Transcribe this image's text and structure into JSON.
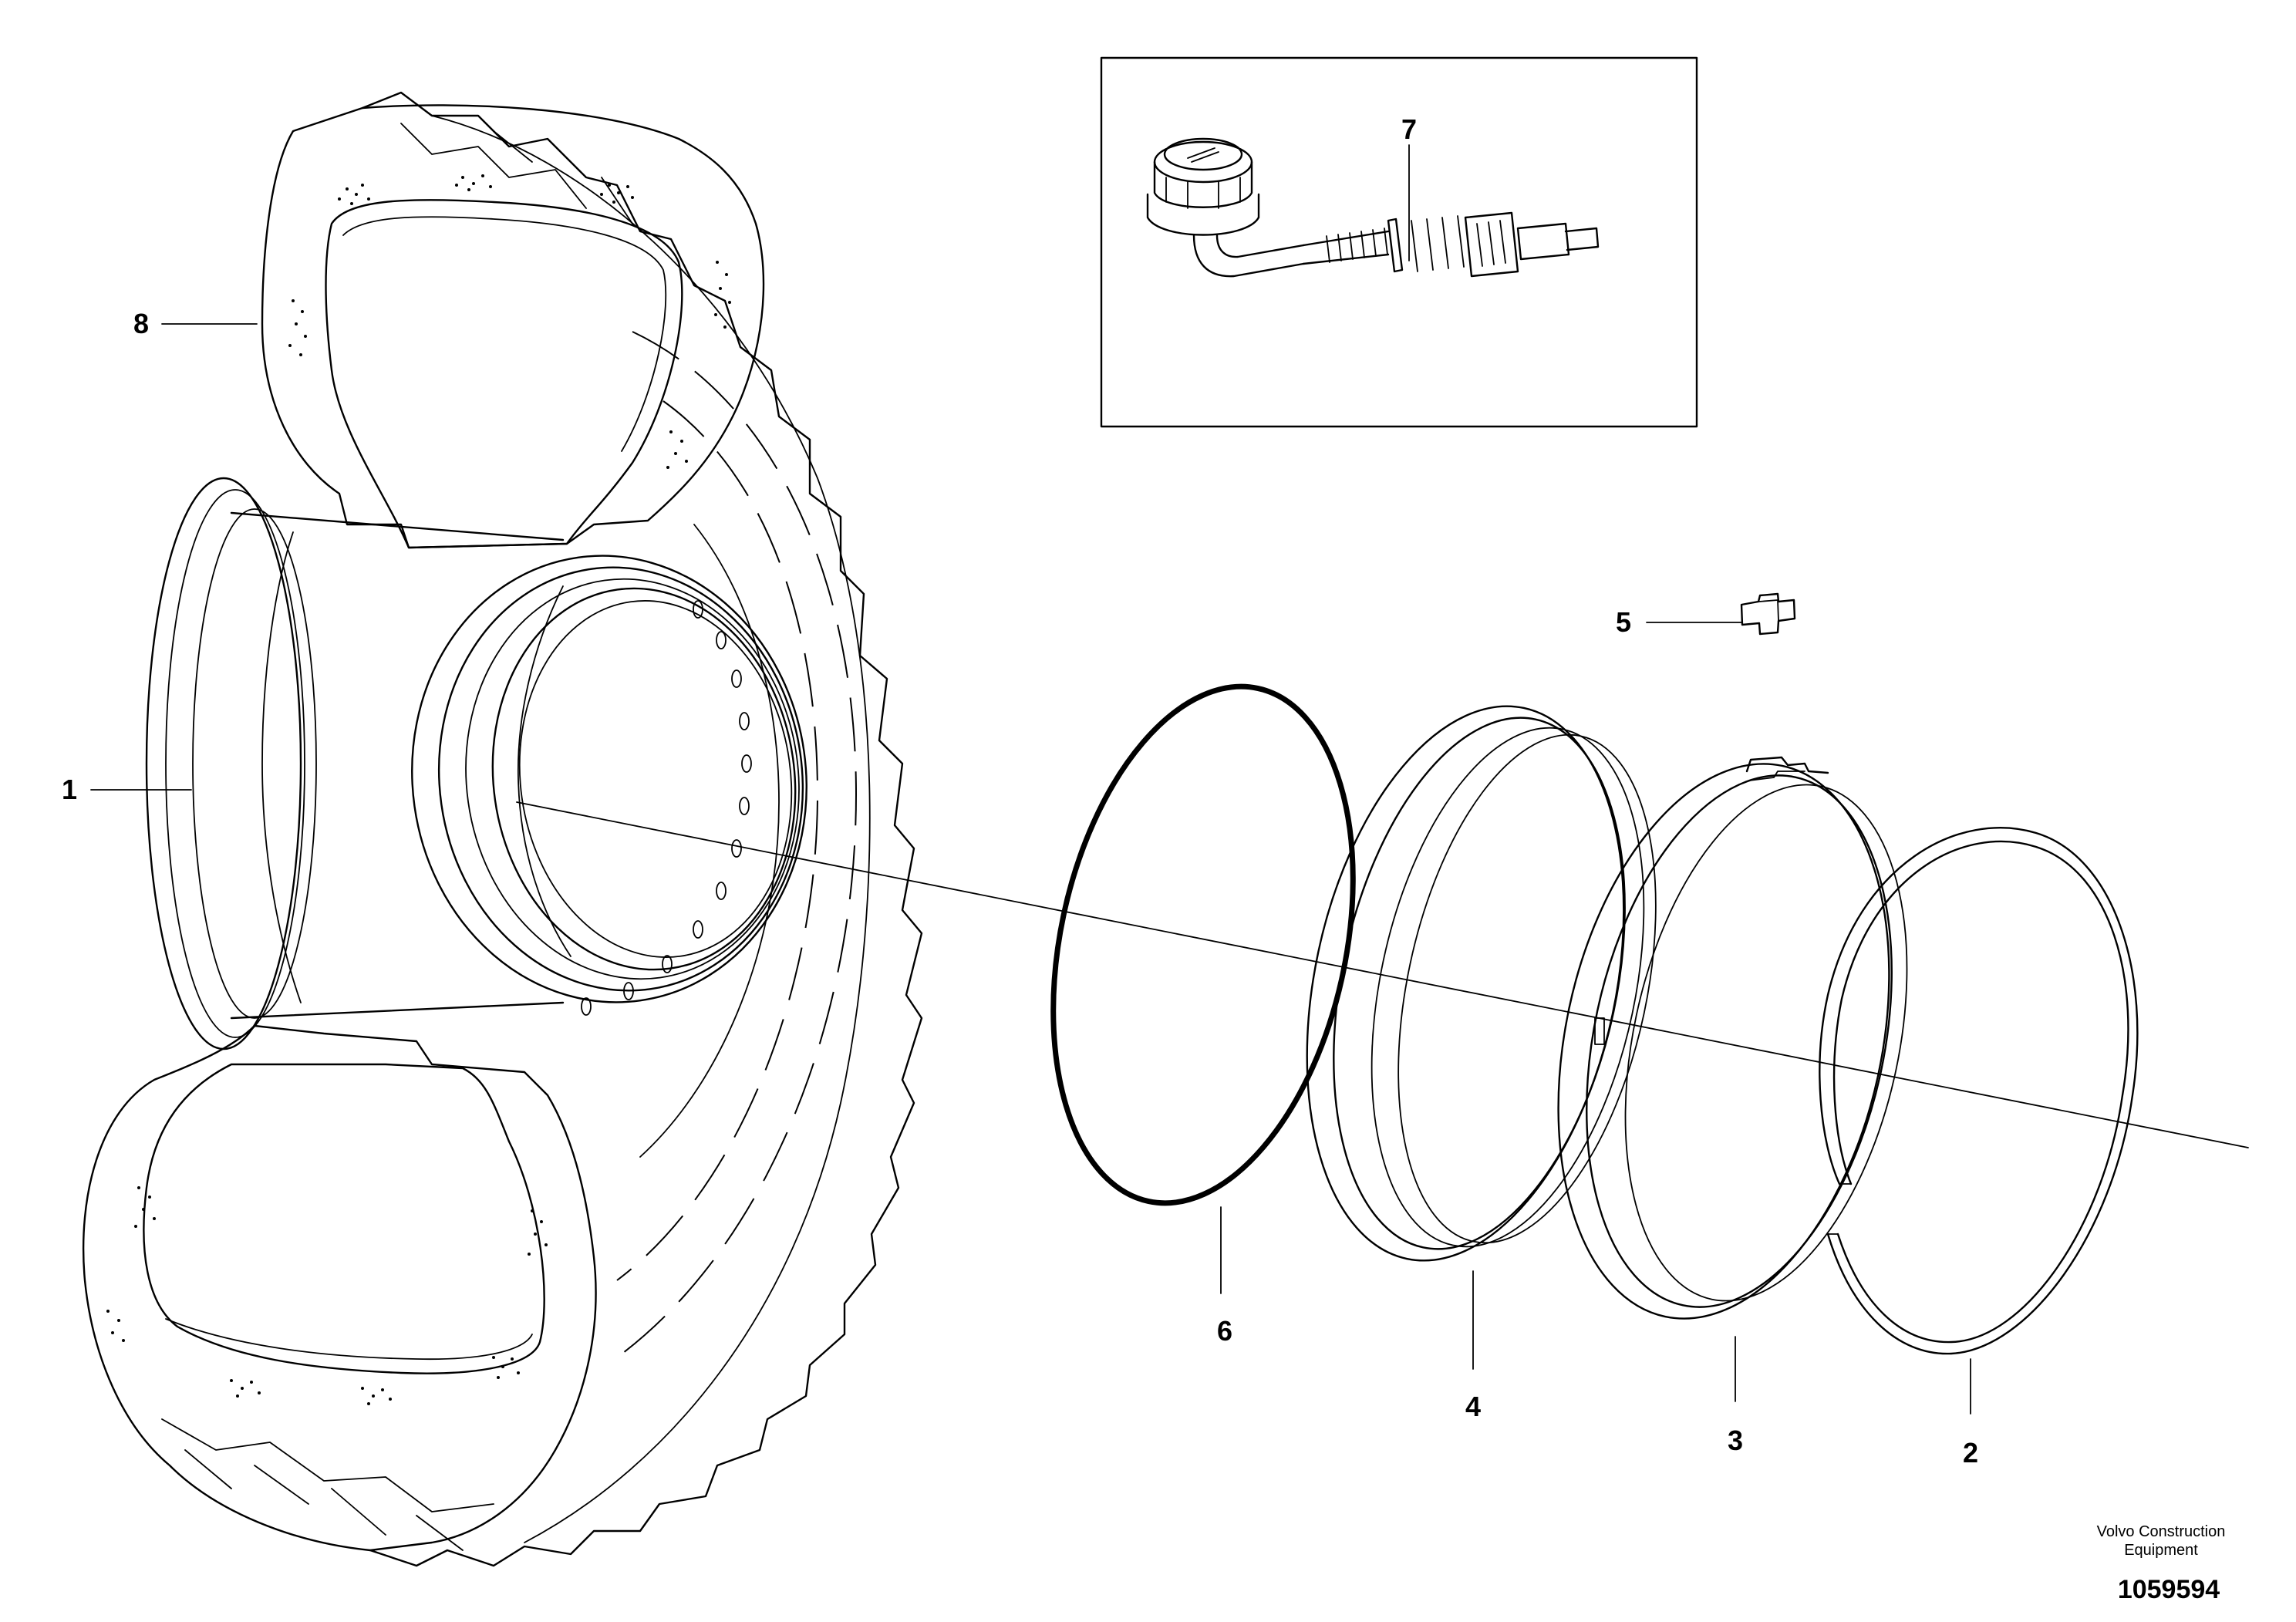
{
  "parts": [
    {
      "id": "1",
      "label": "1"
    },
    {
      "id": "2",
      "label": "2"
    },
    {
      "id": "3",
      "label": "3"
    },
    {
      "id": "4",
      "label": "4"
    },
    {
      "id": "5",
      "label": "5"
    },
    {
      "id": "6",
      "label": "6"
    },
    {
      "id": "7",
      "label": "7"
    },
    {
      "id": "8",
      "label": "8"
    }
  ],
  "brand": {
    "line1": "Volvo Construction",
    "line2": "Equipment"
  },
  "document_number": "1059594"
}
